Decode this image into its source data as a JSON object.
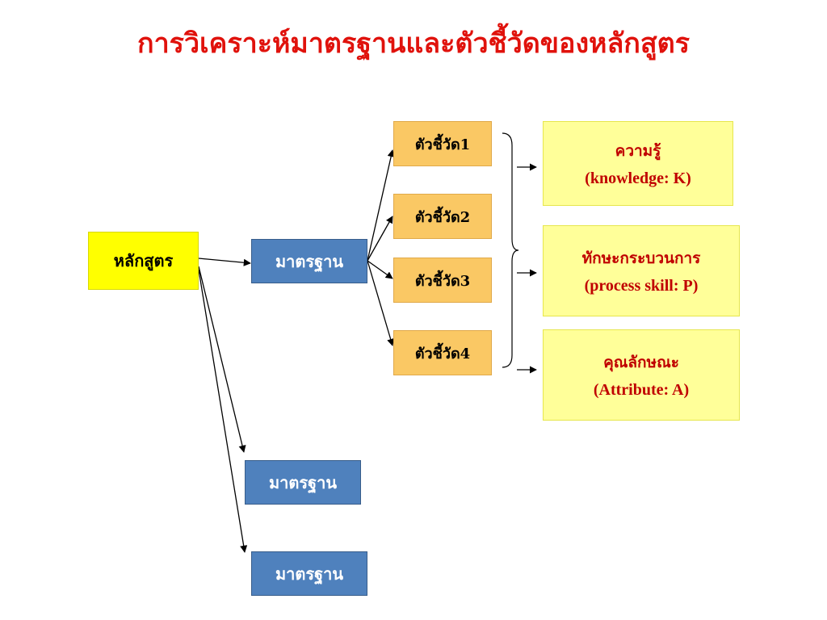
{
  "title": "การวิเคราะห์มาตรฐานและตัวชี้วัดของหลักสูตร",
  "nodes": {
    "curriculum": "หลักสูตร",
    "standard_main": "มาตรฐาน",
    "standard_2": "มาตรฐาน",
    "standard_3": "มาตรฐาน",
    "indicators": [
      "ตัวชี้วัด1",
      "ตัวชี้วัด2",
      "ตัวชี้วัด3",
      "ตัวชี้วัด4"
    ],
    "outcomes": [
      {
        "th": "ความรู้",
        "en": "(knowledge: K)"
      },
      {
        "th": "ทักษะกระบวนการ",
        "en": "(process skill: P)"
      },
      {
        "th": "คุณลักษณะ",
        "en": "(Attribute: A)"
      }
    ]
  },
  "colors": {
    "title": "#e0120c",
    "curriculum_box": "#ffff00",
    "standard_box": "#4f81bd",
    "indicator_box": "#fac864",
    "outcome_box": "#ffff99",
    "outcome_text": "#c00000"
  }
}
